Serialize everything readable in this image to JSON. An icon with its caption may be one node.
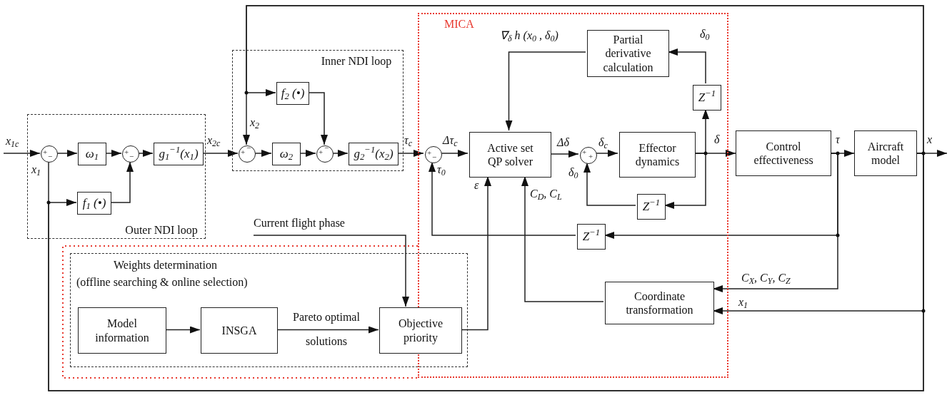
{
  "diagram": {
    "nodes": [
      {
        "text": [
          "Outer NDI loop"
        ]
      },
      {
        "text": [
          "+",
          "−"
        ],
        "in": 0
      },
      {
        "text": [
          "ω$_{1}$"
        ],
        "in": 0
      },
      {
        "text": [
          "+",
          "−"
        ],
        "in": 0
      },
      {
        "text": [
          "g$_{1}$$^{−1}$(x$_{1}$)"
        ],
        "in": 0
      },
      {
        "text": [
          "f$_{1}$ (•)"
        ],
        "in": 0
      },
      {
        "text": [
          "Inner NDI loop"
        ]
      },
      {
        "text": [
          "f$_{2}$ (•)"
        ],
        "in": 6
      },
      {
        "text": [
          "+",
          "−"
        ],
        "in": 6
      },
      {
        "text": [
          "ω$_{2}$"
        ],
        "in": 6
      },
      {
        "text": [
          "+",
          "−"
        ],
        "in": 6
      },
      {
        "text": [
          "g$_{2}$$^{−1}$(x$_{2}$)"
        ],
        "in": 6
      },
      {
        "text": [
          "MICA"
        ]
      },
      {
        "text": [
          "+",
          "−"
        ],
        "in": 12
      },
      {
        "text": [
          "Active set QP solver"
        ],
        "in": 12
      },
      {
        "text": [
          "Partial derivative calculation"
        ],
        "in": 12
      },
      {
        "text": [
          "Z$^{−1}$"
        ],
        "in": 12
      },
      {
        "text": [
          "+",
          "+"
        ],
        "in": 12
      },
      {
        "text": [
          "Effector dynamics"
        ],
        "in": 12
      },
      {
        "text": [
          "Z$^{−1}$"
        ],
        "in": 12
      },
      {
        "text": [
          "Z$^{−1}$"
        ],
        "in": 12
      },
      {
        "text": [
          "Coordinate transformation"
        ],
        "in": 12
      },
      {
        "text": [
          "Control effectiveness"
        ]
      },
      {
        "text": [
          "Aircraft model"
        ]
      },
      {
        "text": [
          "Weights determination",
          "(offline searching & online selection)"
        ]
      },
      {
        "text": [
          "Model information"
        ],
        "in": 24
      },
      {
        "text": [
          "INSGA"
        ],
        "in": 24
      },
      {
        "text": [
          "Objective priority"
        ],
        "in": 24
      },
      {
        "text": [
          "Current flight phase"
        ]
      }
    ],
    "edges": [
      {
        "from": null,
        "to": 1,
        "arrow": "to",
        "label": "x$_{1c}$"
      },
      {
        "from": 1,
        "to": 2,
        "arrow": "to"
      },
      {
        "from": 2,
        "to": 3,
        "arrow": "to"
      },
      {
        "from": 3,
        "to": 4,
        "arrow": "to"
      },
      {
        "from": 5,
        "to": 3,
        "arrow": "to"
      },
      {
        "from": 4,
        "to": 8,
        "arrow": "to",
        "label": "x$_{2c}$"
      },
      {
        "from": 8,
        "to": 9,
        "arrow": "to"
      },
      {
        "from": 9,
        "to": 10,
        "arrow": "to"
      },
      {
        "from": 7,
        "to": 10,
        "arrow": "to"
      },
      {
        "from": 10,
        "to": 11,
        "arrow": "to"
      },
      {
        "from": 11,
        "to": 13,
        "arrow": "to",
        "label": "τ$_{c}$"
      },
      {
        "from": 13,
        "to": 14,
        "arrow": "to",
        "label": "Δτ$_{c}$"
      },
      {
        "from": 14,
        "to": 17,
        "arrow": "to",
        "label": "Δδ"
      },
      {
        "from": 17,
        "to": 18,
        "arrow": "to",
        "label": "δ$_{c}$"
      },
      {
        "from": 18,
        "to": 22,
        "arrow": "to",
        "label": "δ"
      },
      {
        "from": 18,
        "to": 16,
        "arrow": "to"
      },
      {
        "from": 16,
        "to": 15,
        "arrow": "to",
        "label": "δ$_{0}$"
      },
      {
        "from": 15,
        "to": 14,
        "arrow": "to",
        "label": "∇$_{δ}$ h (x$_{0}$ , δ$_{0}$)"
      },
      {
        "from": 18,
        "to": 19,
        "arrow": "to"
      },
      {
        "from": 19,
        "to": 17,
        "arrow": "to",
        "label": "δ$_{0}$"
      },
      {
        "from": 22,
        "to": 23,
        "arrow": "to",
        "label": "τ"
      },
      {
        "from": 22,
        "to": 20,
        "arrow": "to"
      },
      {
        "from": 20,
        "to": 13,
        "arrow": "to",
        "label": "τ$_{0}$"
      },
      {
        "from": 22,
        "to": 21,
        "arrow": "to",
        "label": "C$_{X}$, C$_{Y}$, C$_{Z}$"
      },
      {
        "from": 23,
        "to": null,
        "arrow": "to",
        "label": "x"
      },
      {
        "from": 23,
        "to": 21,
        "arrow": "to",
        "label": "x$_{1}$"
      },
      {
        "from": 23,
        "to": 8,
        "arrow": "to",
        "label": "x$_{2}$"
      },
      {
        "from": 23,
        "to": 7,
        "arrow": "to"
      },
      {
        "from": 23,
        "to": 1,
        "arrow": "none",
        "label": "x$_{1}$"
      },
      {
        "from": 23,
        "to": 5,
        "arrow": "to"
      },
      {
        "from": 21,
        "to": 14,
        "arrow": "to",
        "label": "C$_{D}$, C$_{L}$"
      },
      {
        "from": 27,
        "to": 14,
        "arrow": "to",
        "label": "ε"
      },
      {
        "from": 25,
        "to": 26,
        "arrow": "to"
      },
      {
        "from": 26,
        "to": 27,
        "arrow": "to",
        "label": "Pareto optimal solutions"
      },
      {
        "from": 28,
        "to": 27,
        "arrow": "to"
      }
    ]
  }
}
